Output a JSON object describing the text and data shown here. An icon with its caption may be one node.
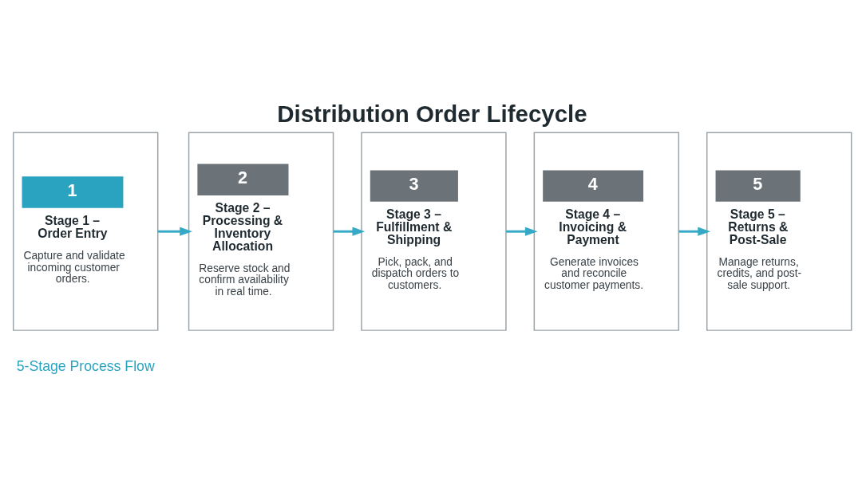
{
  "diagram": {
    "title": "Distribution Order Lifecycle",
    "nodes": [
      {
        "text": [
          "1",
          "Stage 1 – Order Entry",
          "Capture and validate incoming customer orders."
        ]
      },
      {
        "text": [
          "2",
          "Stage 2 – Processing & Inventory Allocation",
          "Reserve stock and confirm availability in real time."
        ]
      },
      {
        "text": [
          "3",
          "Stage 3 – Fulfillment & Shipping",
          "Pick, pack, and dispatch orders to customers."
        ]
      },
      {
        "text": [
          "4",
          "Stage 4 – Invoicing & Payment",
          "Generate invoices and reconcile customer payments."
        ]
      },
      {
        "text": [
          "5",
          "Stage 5 – Returns & Post-Sale",
          "Manage returns, credits, and post-sale support."
        ]
      }
    ],
    "edges": [
      {
        "from": 0,
        "to": 1,
        "arrow": "to"
      },
      {
        "from": 1,
        "to": 2,
        "arrow": "to"
      },
      {
        "from": 2,
        "to": 3,
        "arrow": "to"
      },
      {
        "from": 3,
        "to": 4,
        "arrow": "to"
      }
    ],
    "labels": [
      "5-Stage Process Flow"
    ]
  }
}
